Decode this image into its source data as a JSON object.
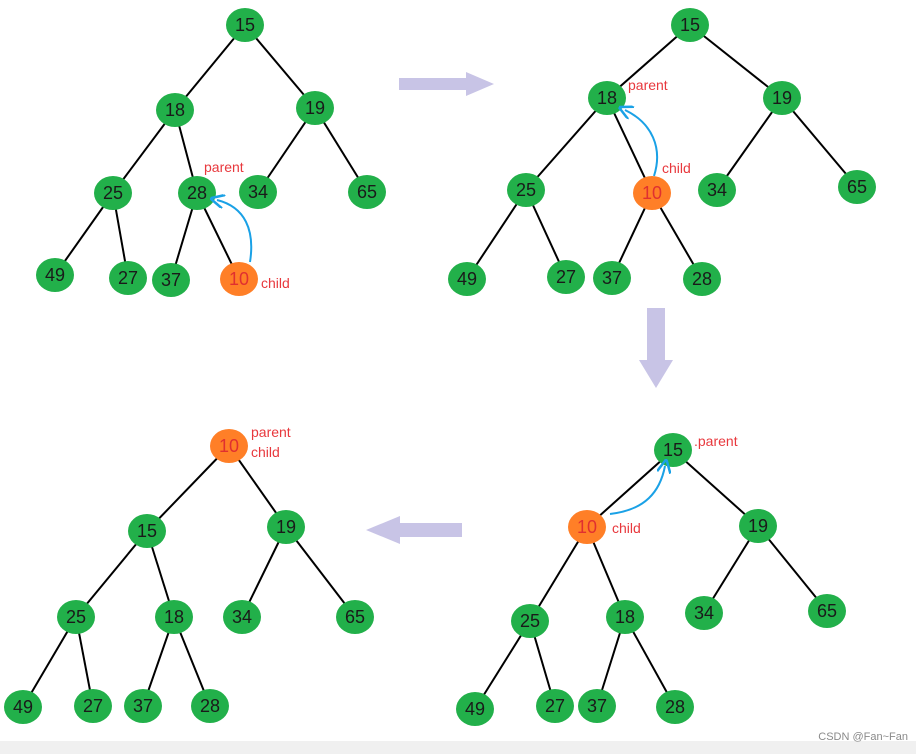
{
  "panels": [
    {
      "id": "step1",
      "nodes": [
        {
          "key": "n15",
          "value": "15",
          "highlight": false
        },
        {
          "key": "n18",
          "value": "18",
          "highlight": false
        },
        {
          "key": "n19",
          "value": "19",
          "highlight": false
        },
        {
          "key": "n25",
          "value": "25",
          "highlight": false
        },
        {
          "key": "n28",
          "value": "28",
          "highlight": false
        },
        {
          "key": "n34",
          "value": "34",
          "highlight": false
        },
        {
          "key": "n65",
          "value": "65",
          "highlight": false
        },
        {
          "key": "n49",
          "value": "49",
          "highlight": false
        },
        {
          "key": "n27",
          "value": "27",
          "highlight": false
        },
        {
          "key": "n37",
          "value": "37",
          "highlight": false
        },
        {
          "key": "n10",
          "value": "10",
          "highlight": true
        }
      ],
      "edges": [
        [
          "n15",
          "n18"
        ],
        [
          "n15",
          "n19"
        ],
        [
          "n18",
          "n25"
        ],
        [
          "n18",
          "n28"
        ],
        [
          "n19",
          "n34"
        ],
        [
          "n19",
          "n65"
        ],
        [
          "n25",
          "n49"
        ],
        [
          "n25",
          "n27"
        ],
        [
          "n28",
          "n37"
        ],
        [
          "n28",
          "n10"
        ]
      ],
      "labels": [
        {
          "key": "lp",
          "text": "parent"
        },
        {
          "key": "lc",
          "text": "child"
        }
      ]
    },
    {
      "id": "step2",
      "nodes": [
        {
          "key": "n15",
          "value": "15",
          "highlight": false
        },
        {
          "key": "n18",
          "value": "18",
          "highlight": false
        },
        {
          "key": "n19",
          "value": "19",
          "highlight": false
        },
        {
          "key": "n25",
          "value": "25",
          "highlight": false
        },
        {
          "key": "n10",
          "value": "10",
          "highlight": true
        },
        {
          "key": "n34",
          "value": "34",
          "highlight": false
        },
        {
          "key": "n65",
          "value": "65",
          "highlight": false
        },
        {
          "key": "n49",
          "value": "49",
          "highlight": false
        },
        {
          "key": "n27",
          "value": "27",
          "highlight": false
        },
        {
          "key": "n37",
          "value": "37",
          "highlight": false
        },
        {
          "key": "n28",
          "value": "28",
          "highlight": false
        }
      ],
      "edges": [
        [
          "n15",
          "n18"
        ],
        [
          "n15",
          "n19"
        ],
        [
          "n18",
          "n25"
        ],
        [
          "n18",
          "n10"
        ],
        [
          "n19",
          "n34"
        ],
        [
          "n19",
          "n65"
        ],
        [
          "n25",
          "n49"
        ],
        [
          "n25",
          "n27"
        ],
        [
          "n10",
          "n37"
        ],
        [
          "n10",
          "n28"
        ]
      ],
      "labels": [
        {
          "key": "lp",
          "text": "parent"
        },
        {
          "key": "lc",
          "text": "child"
        }
      ]
    },
    {
      "id": "step3",
      "nodes": [
        {
          "key": "n15",
          "value": "15",
          "highlight": false
        },
        {
          "key": "n10",
          "value": "10",
          "highlight": true
        },
        {
          "key": "n19",
          "value": "19",
          "highlight": false
        },
        {
          "key": "n25",
          "value": "25",
          "highlight": false
        },
        {
          "key": "n18",
          "value": "18",
          "highlight": false
        },
        {
          "key": "n34",
          "value": "34",
          "highlight": false
        },
        {
          "key": "n65",
          "value": "65",
          "highlight": false
        },
        {
          "key": "n49",
          "value": "49",
          "highlight": false
        },
        {
          "key": "n27",
          "value": "27",
          "highlight": false
        },
        {
          "key": "n37",
          "value": "37",
          "highlight": false
        },
        {
          "key": "n28",
          "value": "28",
          "highlight": false
        }
      ],
      "edges": [
        [
          "n15",
          "n10"
        ],
        [
          "n15",
          "n19"
        ],
        [
          "n10",
          "n25"
        ],
        [
          "n10",
          "n18"
        ],
        [
          "n19",
          "n34"
        ],
        [
          "n19",
          "n65"
        ],
        [
          "n25",
          "n49"
        ],
        [
          "n25",
          "n27"
        ],
        [
          "n18",
          "n37"
        ],
        [
          "n18",
          "n28"
        ]
      ],
      "labels": [
        {
          "key": "lp",
          "text": ".parent"
        },
        {
          "key": "lc",
          "text": "child"
        }
      ]
    },
    {
      "id": "step4",
      "nodes": [
        {
          "key": "n10",
          "value": "10",
          "highlight": true
        },
        {
          "key": "n15",
          "value": "15",
          "highlight": false
        },
        {
          "key": "n19",
          "value": "19",
          "highlight": false
        },
        {
          "key": "n25",
          "value": "25",
          "highlight": false
        },
        {
          "key": "n18",
          "value": "18",
          "highlight": false
        },
        {
          "key": "n34",
          "value": "34",
          "highlight": false
        },
        {
          "key": "n65",
          "value": "65",
          "highlight": false
        },
        {
          "key": "n49",
          "value": "49",
          "highlight": false
        },
        {
          "key": "n27",
          "value": "27",
          "highlight": false
        },
        {
          "key": "n37",
          "value": "37",
          "highlight": false
        },
        {
          "key": "n28",
          "value": "28",
          "highlight": false
        }
      ],
      "edges": [
        [
          "n10",
          "n15"
        ],
        [
          "n10",
          "n19"
        ],
        [
          "n15",
          "n25"
        ],
        [
          "n15",
          "n18"
        ],
        [
          "n19",
          "n34"
        ],
        [
          "n19",
          "n65"
        ],
        [
          "n25",
          "n49"
        ],
        [
          "n25",
          "n27"
        ],
        [
          "n18",
          "n37"
        ],
        [
          "n18",
          "n28"
        ]
      ],
      "labels": [
        {
          "key": "lp",
          "text": "parent"
        },
        {
          "key": "lc",
          "text": "child"
        }
      ]
    }
  ],
  "watermark": "CSDN @Fan~Fan",
  "colors": {
    "node_fill": "#22b04a",
    "node_highlight": "#ff7f27",
    "node_text": "#1a1a1a",
    "node_highlight_text": "#e03030",
    "edge": "#000000",
    "label": "#e8383d",
    "swap_arrow": "#1aa1e6",
    "flow_arrow": "#c8c4e6"
  }
}
